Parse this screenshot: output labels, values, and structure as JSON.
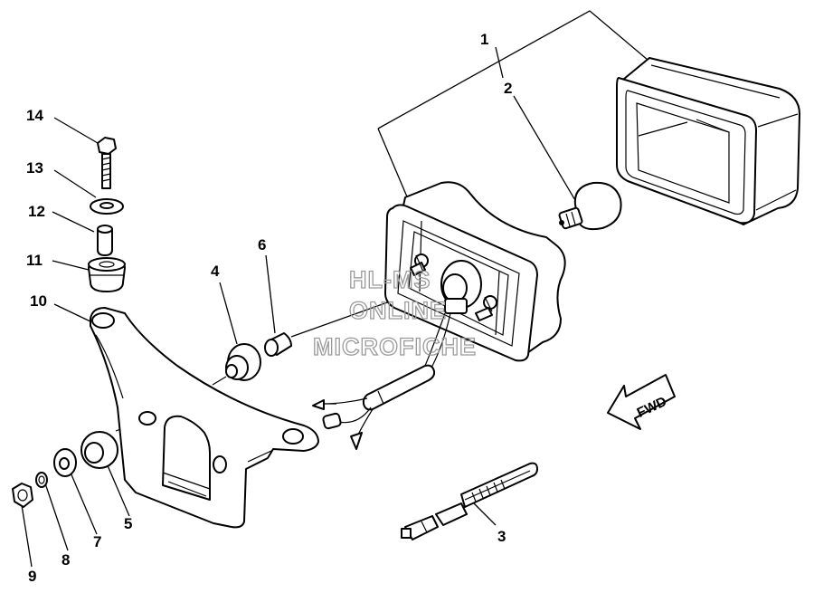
{
  "callouts": {
    "c1": "1",
    "c2": "2",
    "c3": "3",
    "c4": "4",
    "c5": "5",
    "c6": "6",
    "c7": "7",
    "c8": "8",
    "c9": "9",
    "c10": "10",
    "c11": "11",
    "c12": "12",
    "c13": "13",
    "c14": "14"
  },
  "direction_label": "FWD",
  "watermark": {
    "line1": "HL-MS",
    "line2": "ONLINE",
    "line3": "MICROFICHE"
  },
  "colors": {
    "line": "#000000",
    "background": "#ffffff",
    "watermark": "#9a9a9a"
  }
}
